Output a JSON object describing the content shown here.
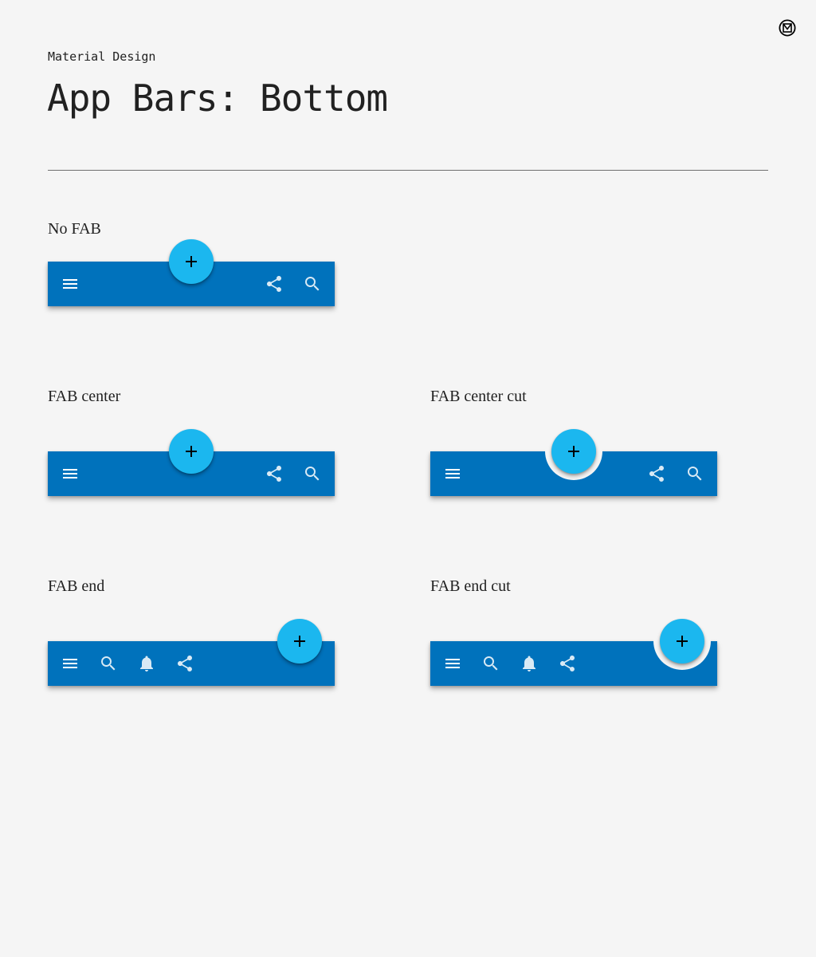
{
  "header": {
    "eyebrow": "Material Design",
    "title": "App Bars: Bottom",
    "logo_icon": "material-logo-icon"
  },
  "colors": {
    "background": "#f5f5f5",
    "bar": "#0072bc",
    "fab": "#1bb7ef",
    "icon": "#ffffff"
  },
  "sections": [
    {
      "title": "No FAB",
      "variant": "no-fab",
      "icons": [
        "menu-icon",
        "share-icon",
        "search-icon"
      ]
    },
    {
      "title": "FAB center",
      "variant": "fab-center",
      "icons": [
        "menu-icon",
        "share-icon",
        "search-icon"
      ]
    },
    {
      "title": "FAB center cut",
      "variant": "fab-center-cut",
      "icons": [
        "menu-icon",
        "share-icon",
        "search-icon"
      ]
    },
    {
      "title": "FAB end",
      "variant": "fab-end",
      "icons": [
        "menu-icon",
        "search-icon",
        "bell-icon",
        "share-icon"
      ]
    },
    {
      "title": "FAB end cut",
      "variant": "fab-end-cut",
      "icons": [
        "menu-icon",
        "search-icon",
        "bell-icon",
        "share-icon"
      ]
    }
  ]
}
